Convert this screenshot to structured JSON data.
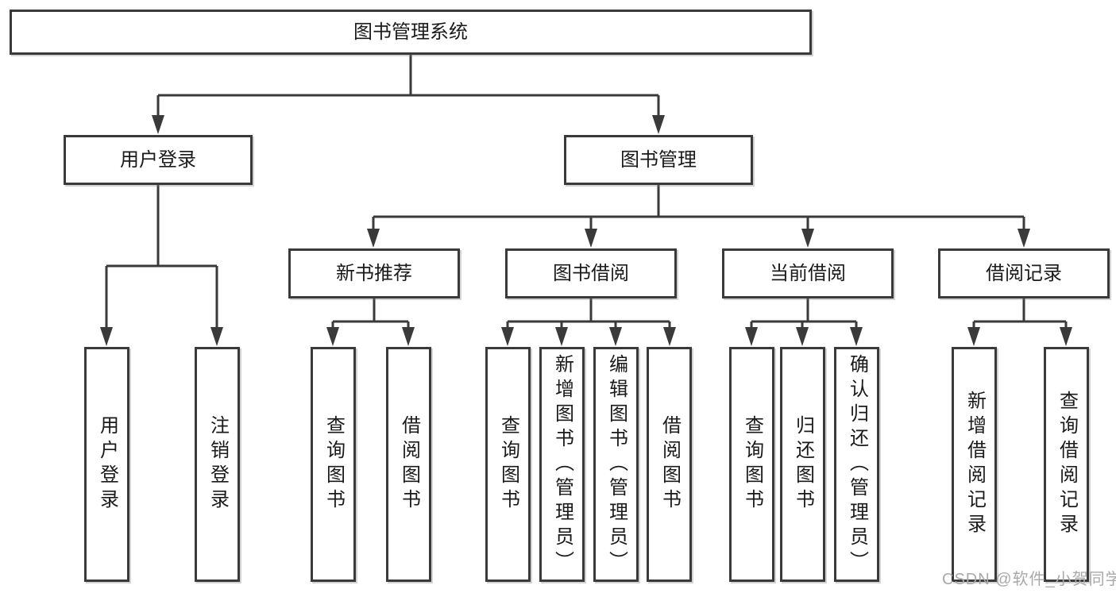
{
  "diagram": {
    "title": "图书管理系统",
    "branches": [
      {
        "label": "用户登录",
        "children": [
          "用户登录",
          "注销登录"
        ]
      },
      {
        "label": "图书管理",
        "sections": [
          {
            "label": "新书推荐",
            "children": [
              "查询图书",
              "借阅图书"
            ]
          },
          {
            "label": "图书借阅",
            "children": [
              "查询图书",
              "新增图书（管理员）",
              "编辑图书（管理员）",
              "借阅图书"
            ]
          },
          {
            "label": "当前借阅",
            "children": [
              "查询图书",
              "归还图书",
              "确认归还（管理员）"
            ]
          },
          {
            "label": "借阅记录",
            "children": [
              "新增借阅记录",
              "查询借阅记录"
            ]
          }
        ]
      }
    ],
    "watermark": "CSDN @软件_小贺同学",
    "colors": {
      "line": "#3a3a3a",
      "text": "#1a1a1a",
      "watermark": "#a9a9a9",
      "background": "#ffffff"
    }
  }
}
